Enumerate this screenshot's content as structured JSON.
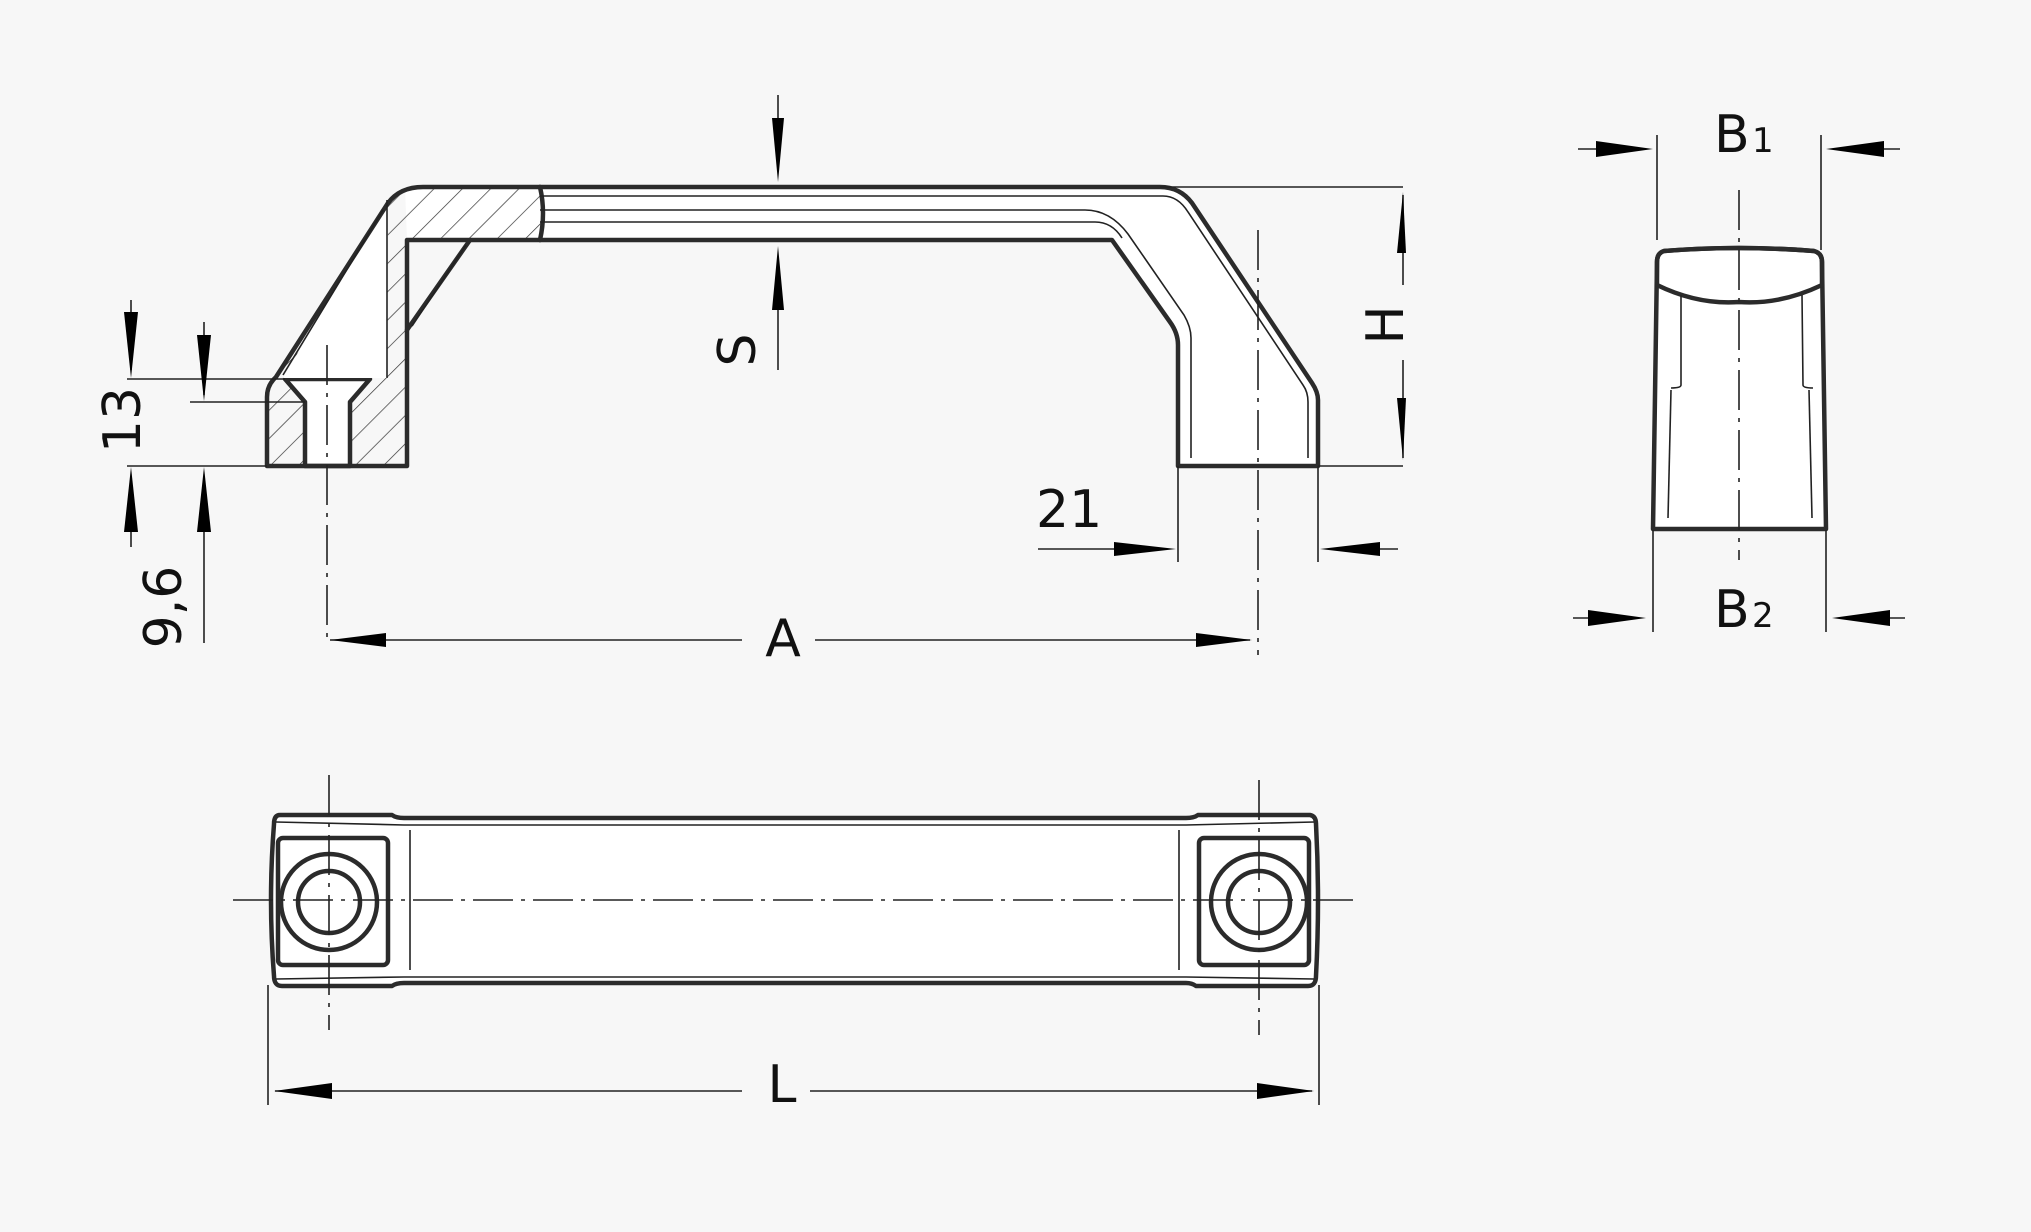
{
  "drawing": {
    "title": "Pull handle technical drawing",
    "views": [
      "side-section-view",
      "end-section-view",
      "top-view"
    ],
    "colors": {
      "background": "#f7f7f7",
      "line": "#2b2b2b",
      "part_fill": "#ffffff"
    }
  },
  "dimensions": {
    "thickness": {
      "label": "S"
    },
    "height": {
      "label": "H"
    },
    "hole_spacing": {
      "label": "A"
    },
    "overall_length": {
      "label": "L"
    },
    "foot_width": {
      "label": "21",
      "value": 21
    },
    "counterbore_depth": {
      "label": "13",
      "value": 13
    },
    "thread_depth": {
      "label": "9,6",
      "value": 9.6
    },
    "top_width": {
      "label": "B",
      "sub": "1"
    },
    "bottom_width": {
      "label": "B",
      "sub": "2"
    }
  }
}
